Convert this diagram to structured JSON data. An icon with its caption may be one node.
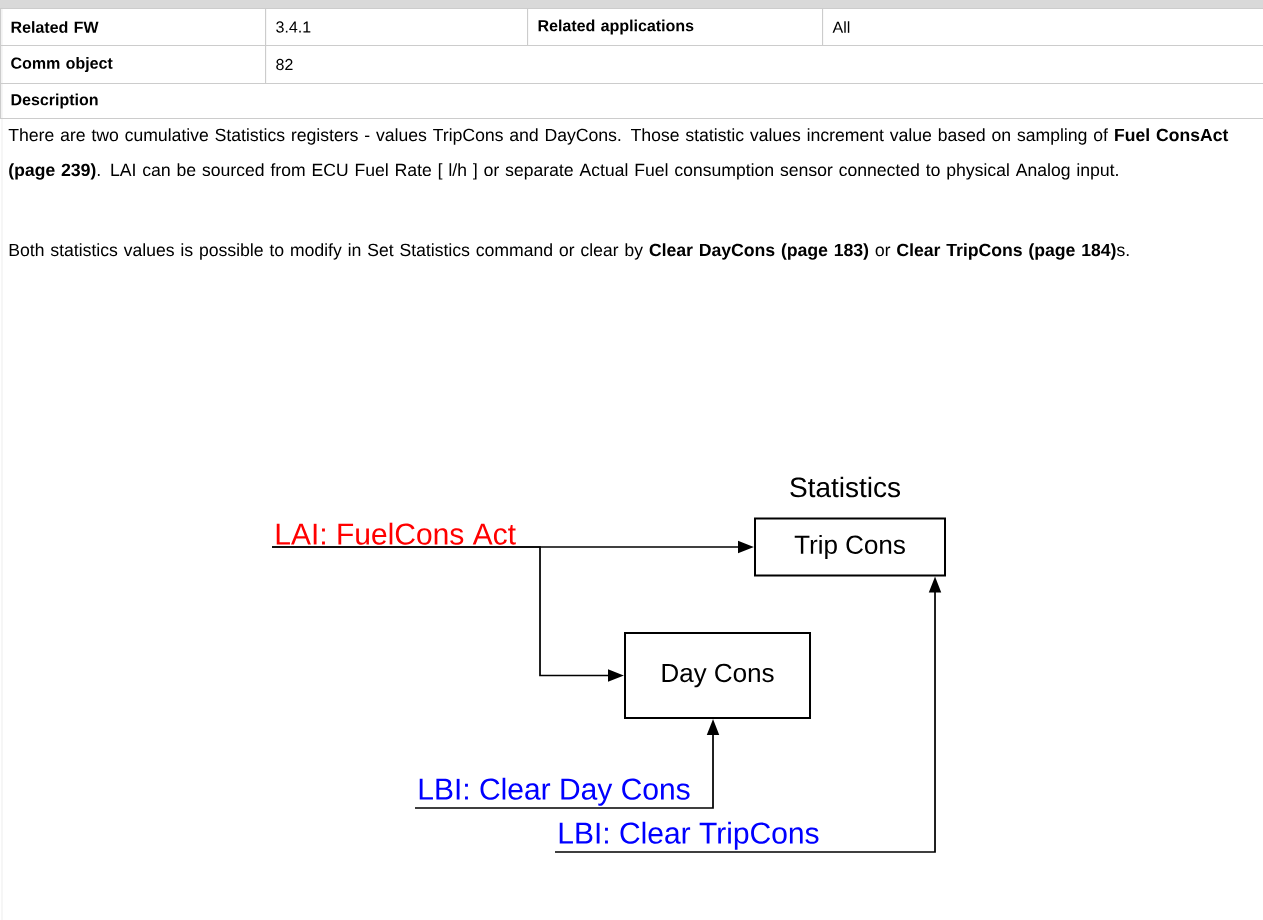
{
  "diagram": {
    "nodes": [
      {
        "text": [
          "Trip Cons"
        ]
      },
      {
        "text": [
          "Day Cons"
        ]
      },
      {
        "text": [
          "LAI: FuelCons Act"
        ]
      },
      {
        "text": [
          "LBI: Clear Day Cons"
        ]
      },
      {
        "text": [
          "LBI: Clear TripCons"
        ]
      }
    ],
    "edges": [
      {
        "from": 2,
        "to": 0,
        "arrow": "to"
      },
      {
        "from": 2,
        "to": 1,
        "arrow": "to"
      },
      {
        "from": 3,
        "to": 1,
        "arrow": "to"
      },
      {
        "from": 4,
        "to": 0,
        "arrow": "to"
      }
    ],
    "labels": [
      "Related FW",
      "3.4.1",
      "Related applications",
      "All",
      "Comm object",
      "82",
      "Description",
      "There are two cumulative Statistics registers - values TripCons and DayCons. Those statistic values increment value based on sampling of **Fuel ConsAct (page 239)**. LAI can be sourced from ECU Fuel Rate [ l/h ] or separate Actual Fuel consumption sensor connected to physical Analog input.",
      "Both statistics values is possible to modify in Set Statistics command or clear by **Clear DayCons (page 183)** or **Clear TripCons (page 184)**s.",
      "Statistics"
    ]
  }
}
